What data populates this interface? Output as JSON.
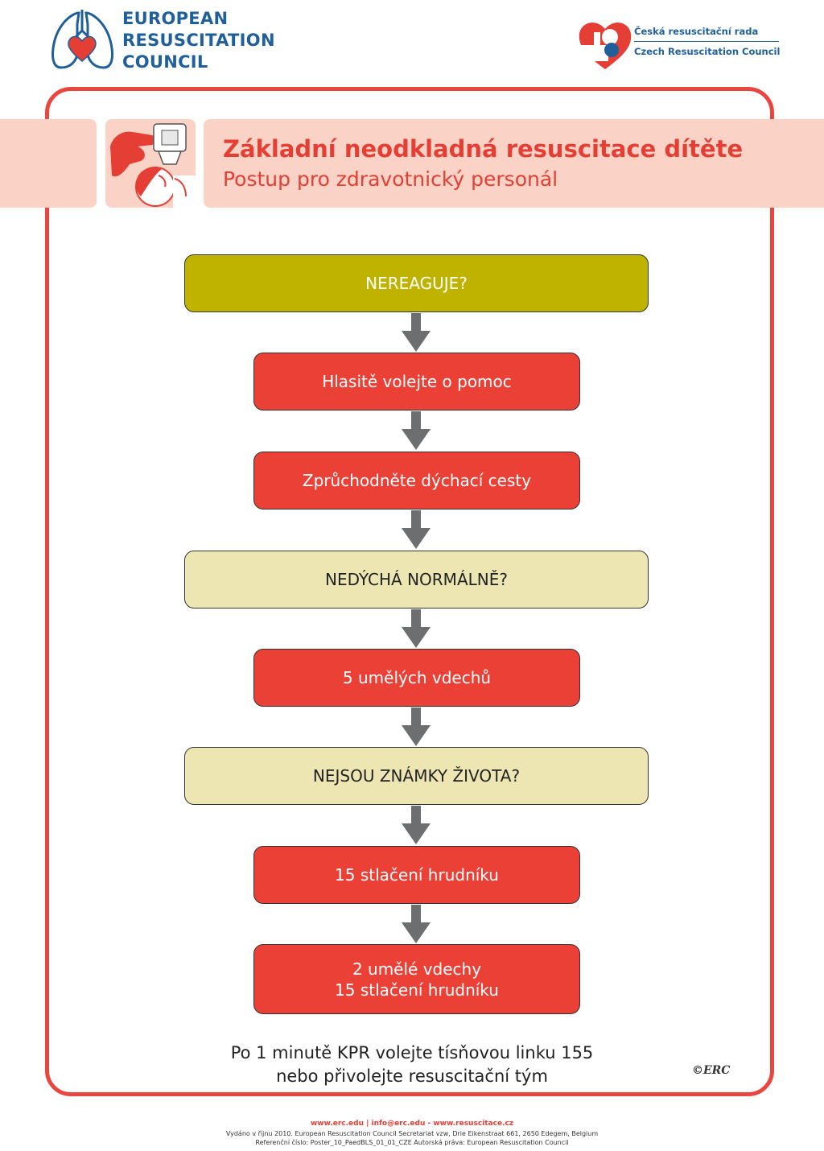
{
  "header": {
    "erc_name": [
      "EUROPEAN",
      "RESUSCITATION",
      "COUNCIL"
    ],
    "crr_line1": "Česká resuscitační rada",
    "crr_line2": "Czech Resuscitation Council"
  },
  "title": {
    "main": "Základní neodkladná resuscitace dítěte",
    "sub": "Postup pro zdravotnický personál"
  },
  "flow": {
    "step1": "NEREAGUJE?",
    "step2": "Hlasitě volejte o pomoc",
    "step3": "Zprůchodněte dýchací cesty",
    "step4": "NEDÝCHÁ NORMÁLNĚ?",
    "step5": "5 umělých vdechů",
    "step6": "NEJSOU ZNÁMKY ŽIVOTA?",
    "step7": "15 stlačení hrudníku",
    "step8": [
      "2 umělé vdechy",
      "15 stlačení hrudníku"
    ]
  },
  "footnote": [
    "Po 1 minutě KPR volejte tísňovou linku 155",
    "nebo přivolejte resuscitační tým"
  ],
  "signature": "©ERC",
  "footer": {
    "links": "www.erc.edu | info@erc.edu - www.resuscitace.cz",
    "line1": "Vydáno v říjnu 2010. European Resuscitation Council Secretariat vzw, Drie Eikenstraat 661, 2650 Edegem, Belgium",
    "line2": "Referenční číslo: Poster_10_PaedBLS_01_01_CZE  Autorská práva: European Resuscitation Council"
  },
  "colors": {
    "frame_red": "#e94640",
    "box_red": "#ea4036",
    "box_olive": "#bfb300",
    "box_cream": "#ede6b3",
    "band_pink": "#fad3c6",
    "brand_blue": "#1f5f9a",
    "arrow_gray": "#6d6e70"
  }
}
